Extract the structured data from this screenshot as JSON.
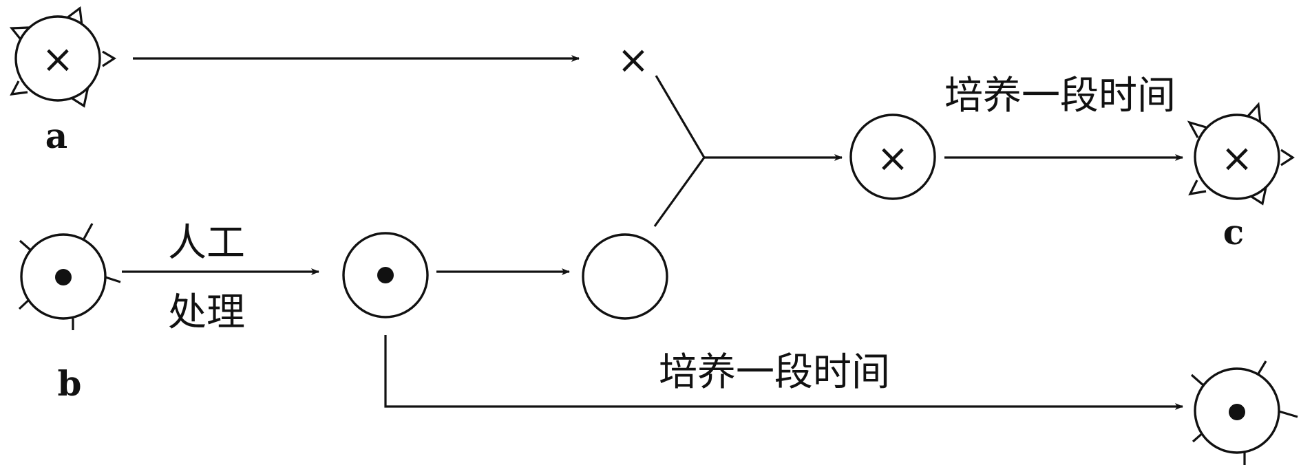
{
  "labels": {
    "a": "a",
    "b": "b",
    "c": "c",
    "process_top": "人工",
    "process_bottom": "处理",
    "culture_upper": "培养一段时间",
    "culture_lower": "培养一段时间"
  },
  "symbols": {
    "cross": "×"
  }
}
